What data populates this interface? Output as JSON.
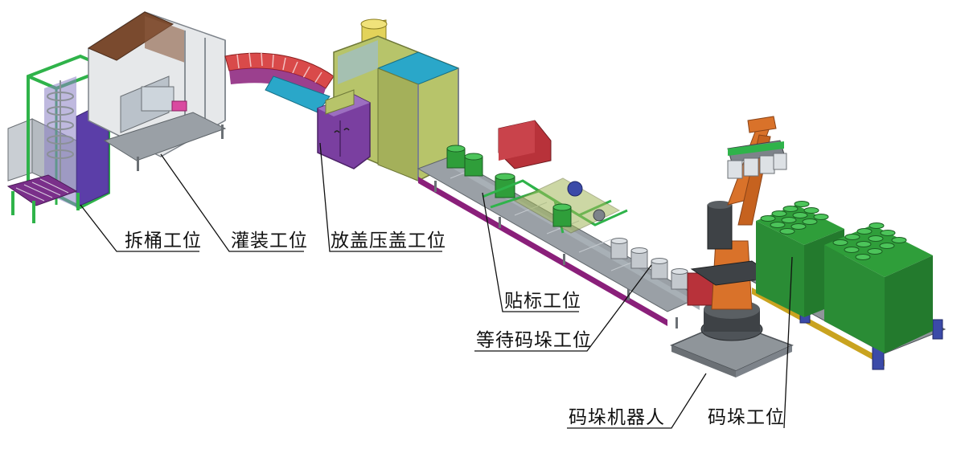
{
  "labels": {
    "unstack": "拆桶工位",
    "filling": "灌装工位",
    "capping": "放盖压盖工位",
    "labeling": "贴标工位",
    "waiting": "等待码垛工位",
    "robot": "码垛机器人",
    "palletizing": "码垛工位"
  },
  "colors": {
    "background": "#ffffff",
    "leader_line": "#111111",
    "conveyor_track": "#8a1f7a",
    "drum_green": "#2f9e3a",
    "robot_orange": "#d9722a",
    "frame_gray": "#9aa0a6",
    "panel_olive": "#b7c46a",
    "panel_teal": "#2aa7c9",
    "panel_brown": "#7a4a2e",
    "panel_red": "#b8323a",
    "frame_green": "#2fb34a"
  }
}
